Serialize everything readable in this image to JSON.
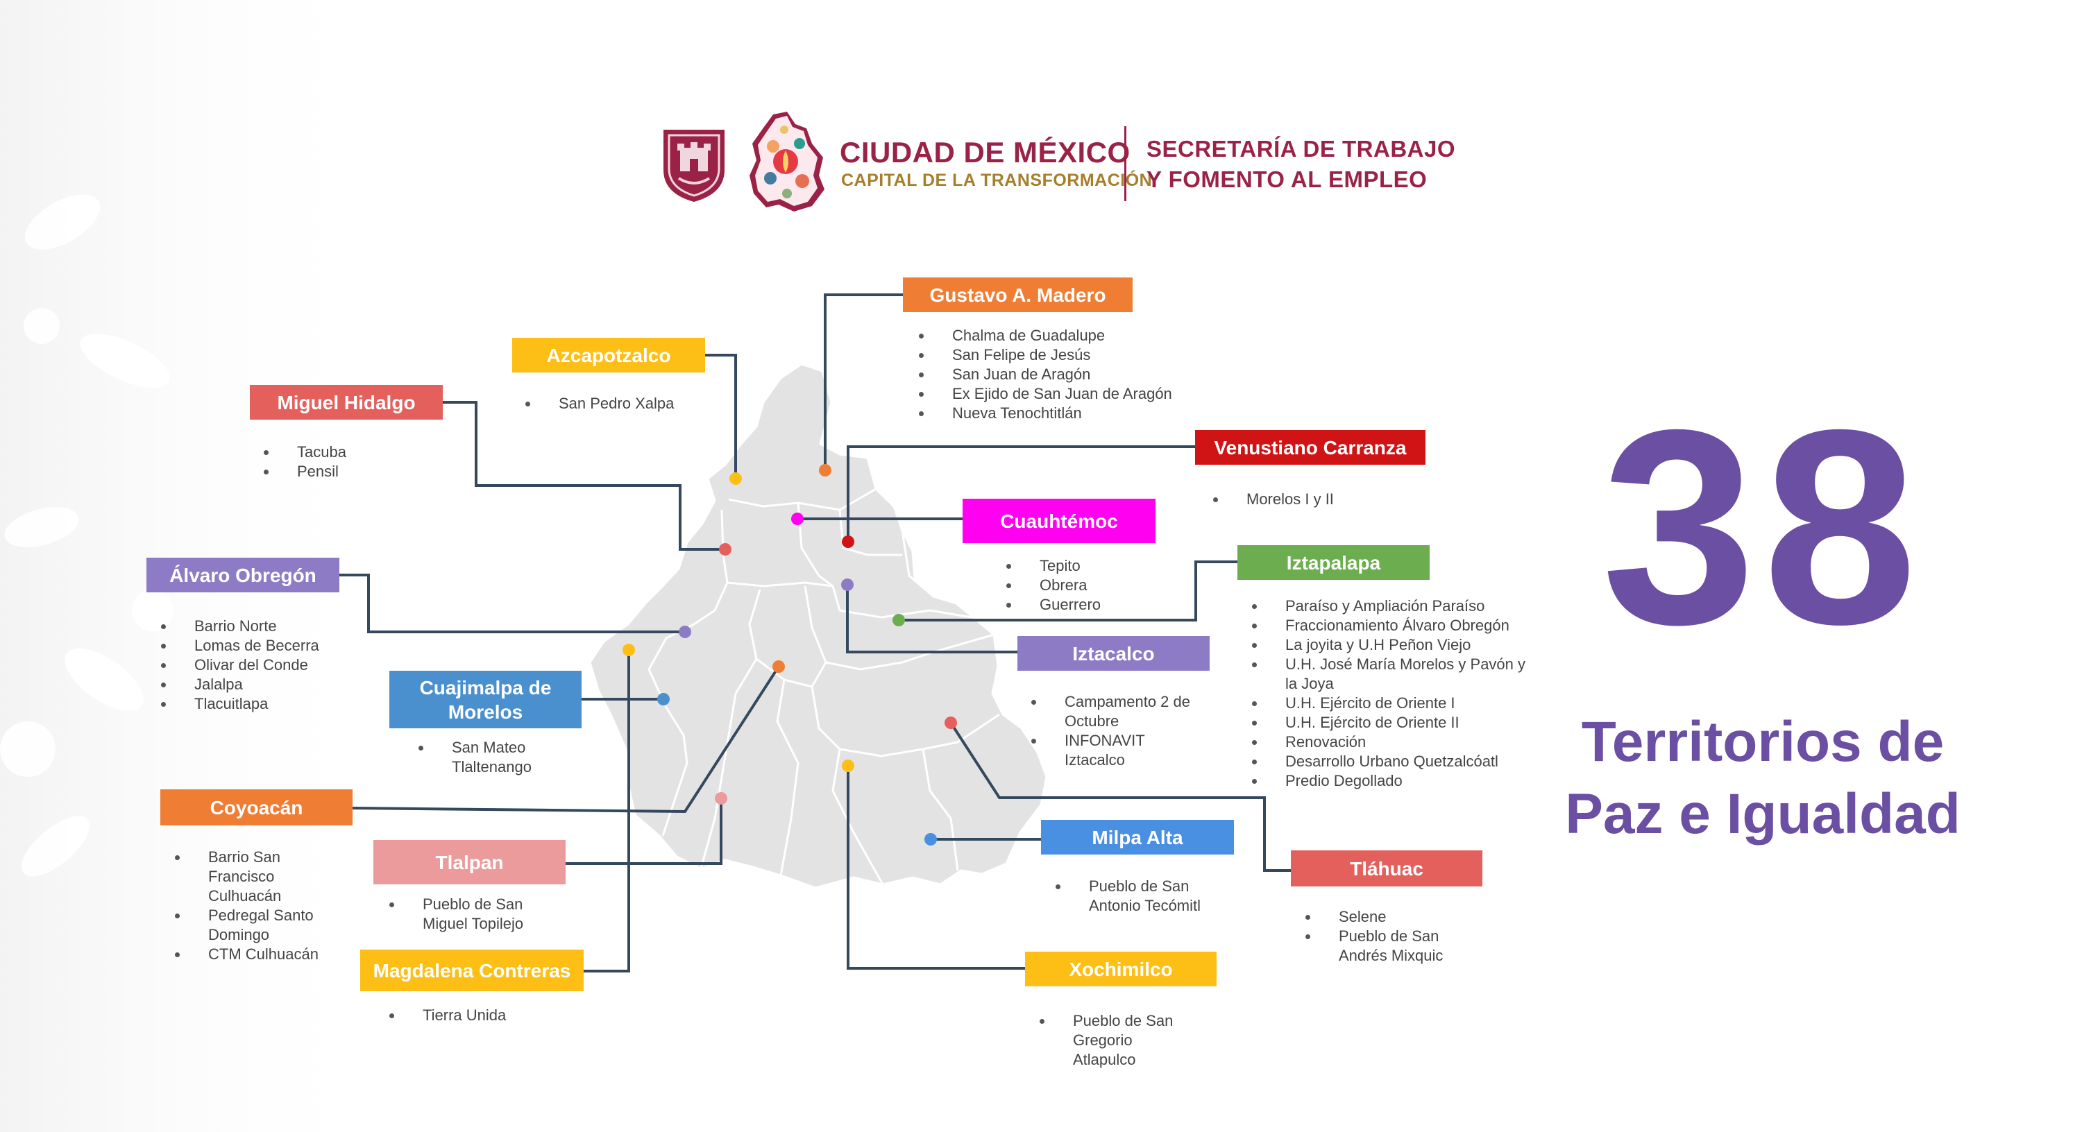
{
  "header": {
    "brand_title": "CIUDAD DE MÉXICO",
    "brand_subtitle": "CAPITAL DE LA TRANSFORMACIÓN",
    "secretaria_line1": "SECRETARÍA DE TRABAJO",
    "secretaria_line2": "Y FOMENTO AL EMPLEO"
  },
  "headline": {
    "number": "38",
    "title_line1": "Territorios de",
    "title_line2": "Paz e Igualdad"
  },
  "colors": {
    "brand_primary": "#9b2247",
    "brand_secondary": "#a57f2c",
    "headline": "#6a4fa3",
    "map_fill": "#e3e3e3",
    "connector": "#34495e"
  },
  "alcaldias": [
    {
      "id": "gustavo-a-madero",
      "name": "Gustavo A. Madero",
      "color": "#ef7d34",
      "colonias": [
        "Chalma de Guadalupe",
        "San Felipe de Jesús",
        "San Juan de Aragón",
        "Ex Ejido de San Juan de Aragón",
        "Nueva Tenochtitlán"
      ]
    },
    {
      "id": "azcapotzalco",
      "name": "Azcapotzalco",
      "color": "#fdbf15",
      "colonias": [
        "San Pedro Xalpa"
      ]
    },
    {
      "id": "miguel-hidalgo",
      "name": "Miguel Hidalgo",
      "color": "#e3605c",
      "colonias": [
        "Tacuba",
        "Pensil"
      ]
    },
    {
      "id": "venustiano-carranza",
      "name": "Venustiano Carranza",
      "color": "#d01416",
      "colonias": [
        "Morelos I y II"
      ]
    },
    {
      "id": "cuauhtemoc",
      "name": "Cuauhtémoc",
      "color": "#ff00f0",
      "colonias": [
        "Tepito",
        "Obrera",
        "Guerrero"
      ]
    },
    {
      "id": "alvaro-obregon",
      "name": "Álvaro Obregón",
      "color": "#8d7cc5",
      "colonias": [
        "Barrio Norte",
        "Lomas de Becerra",
        "Olivar del Conde",
        "Jalalpa",
        "Tlacuitlapa"
      ]
    },
    {
      "id": "iztapalapa",
      "name": "Iztapalapa",
      "color": "#6cae4f",
      "colonias": [
        "Paraíso y Ampliación Paraíso",
        "Fraccionamiento Álvaro Obregón",
        "La joyita y U.H Peñon Viejo",
        "U.H. José María Morelos y Pavón y la Joya",
        "U.H. Ejército de Oriente I",
        "U.H. Ejército de Oriente II",
        "Renovación",
        "Desarrollo Urbano Quetzalcóatl",
        "Predio Degollado"
      ]
    },
    {
      "id": "iztacalco",
      "name": "Iztacalco",
      "color": "#8d7cc5",
      "colonias": [
        "Campamento 2 de Octubre",
        "INFONAVIT Iztacalco"
      ]
    },
    {
      "id": "cuajimalpa",
      "name": "Cuajimalpa de Morelos",
      "color": "#4a90cf",
      "colonias": [
        "San Mateo Tlaltenango"
      ]
    },
    {
      "id": "coyoacan",
      "name": "Coyoacán",
      "color": "#ef7d34",
      "colonias": [
        "Barrio San Francisco Culhuacán",
        "Pedregal Santo Domingo",
        "CTM Culhuacán"
      ]
    },
    {
      "id": "tlalpan",
      "name": "Tlalpan",
      "color": "#eb9b9b",
      "colonias": [
        "Pueblo de San Miguel Topilejo"
      ]
    },
    {
      "id": "magdalena-contreras",
      "name": "Magdalena Contreras",
      "color": "#fdbf15",
      "colonias": [
        "Tierra Unida"
      ]
    },
    {
      "id": "milpa-alta",
      "name": "Milpa Alta",
      "color": "#4a90e2",
      "colonias": [
        "Pueblo de San Antonio Tecómitl"
      ]
    },
    {
      "id": "tlahuac",
      "name": "Tláhuac",
      "color": "#e3605c",
      "colonias": [
        "Selene",
        "Pueblo de San Andrés Mixquic"
      ]
    },
    {
      "id": "xochimilco",
      "name": "Xochimilco",
      "color": "#fdbf15",
      "colonias": [
        "Pueblo de San Gregorio Atlapulco"
      ]
    }
  ]
}
